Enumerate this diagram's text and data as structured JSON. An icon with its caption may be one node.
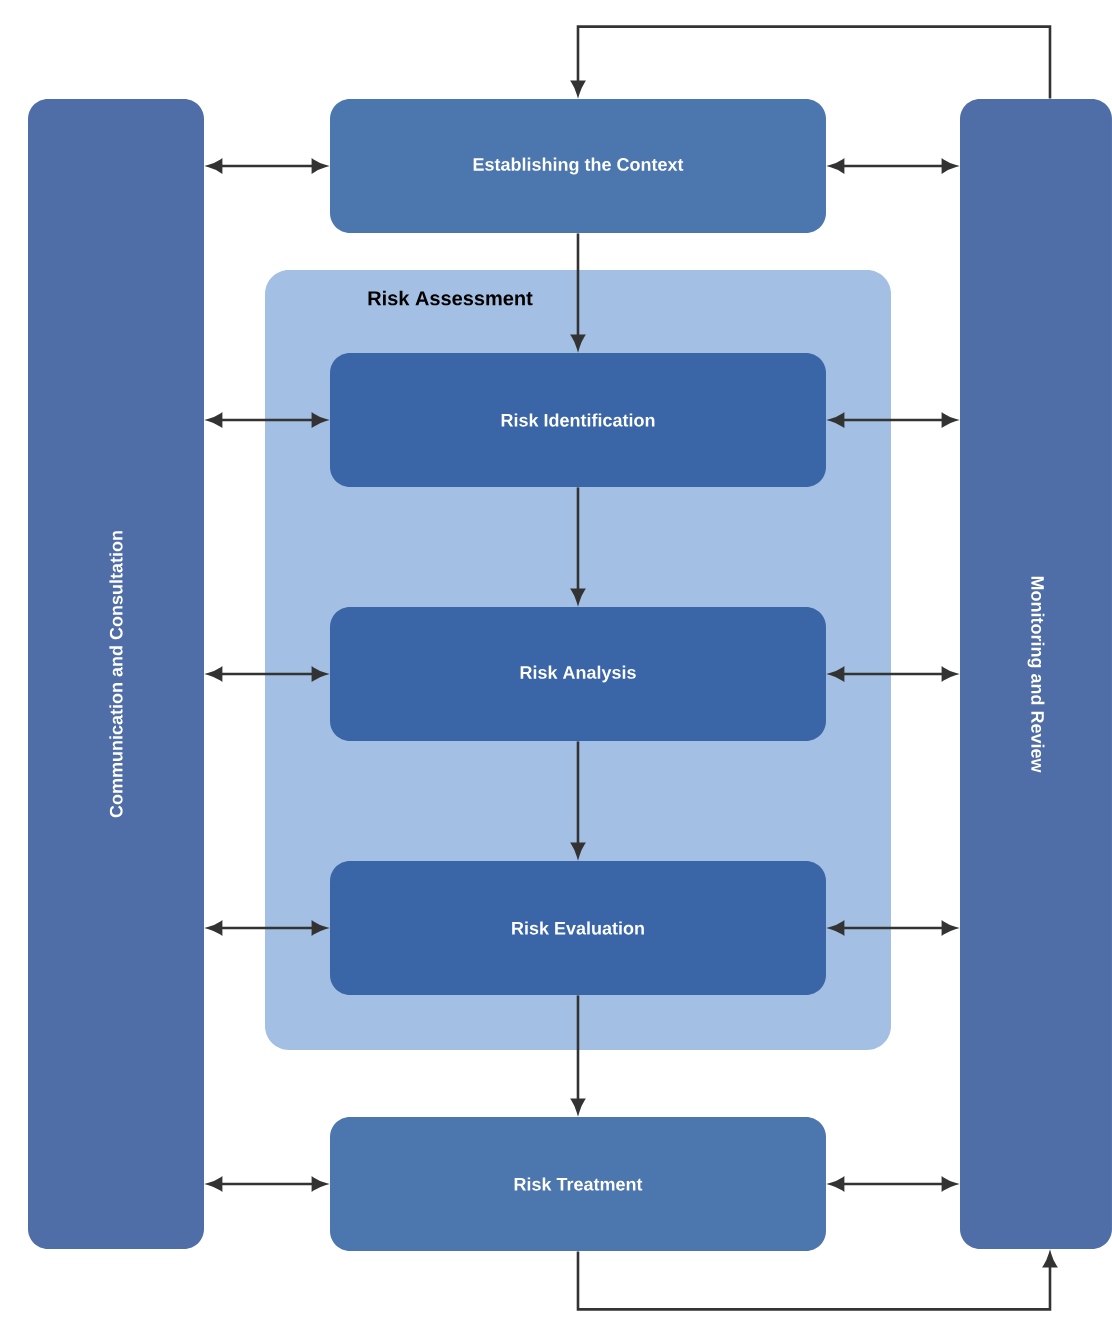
{
  "diagram": {
    "nodes": [
      {
        "text": [
          "Communication and Consultation"
        ]
      },
      {
        "text": [
          "Establishing the Context"
        ]
      },
      {
        "text": [
          "Risk Assessment"
        ]
      },
      {
        "text": [
          "Risk Identification"
        ],
        "in": 2
      },
      {
        "text": [
          "Risk Analysis"
        ],
        "in": 2
      },
      {
        "text": [
          "Risk Evaluation"
        ],
        "in": 2
      },
      {
        "text": [
          "Risk Treatment"
        ]
      },
      {
        "text": [
          "Monitoring and Review"
        ]
      }
    ],
    "edges": [
      {
        "from": 0,
        "to": 1,
        "arrow": "both"
      },
      {
        "from": 1,
        "to": 7,
        "arrow": "both"
      },
      {
        "from": 0,
        "to": 3,
        "arrow": "both"
      },
      {
        "from": 3,
        "to": 7,
        "arrow": "both"
      },
      {
        "from": 0,
        "to": 4,
        "arrow": "both"
      },
      {
        "from": 4,
        "to": 7,
        "arrow": "both"
      },
      {
        "from": 0,
        "to": 5,
        "arrow": "both"
      },
      {
        "from": 5,
        "to": 7,
        "arrow": "both"
      },
      {
        "from": 0,
        "to": 6,
        "arrow": "both"
      },
      {
        "from": 6,
        "to": 7,
        "arrow": "both"
      },
      {
        "from": 1,
        "to": 3,
        "arrow": "to"
      },
      {
        "from": 3,
        "to": 4,
        "arrow": "to"
      },
      {
        "from": 4,
        "to": 5,
        "arrow": "to"
      },
      {
        "from": 5,
        "to": 6,
        "arrow": "to"
      },
      {
        "from": 7,
        "to": 1,
        "arrow": "to"
      },
      {
        "from": 6,
        "to": 7,
        "arrow": "to"
      }
    ]
  }
}
